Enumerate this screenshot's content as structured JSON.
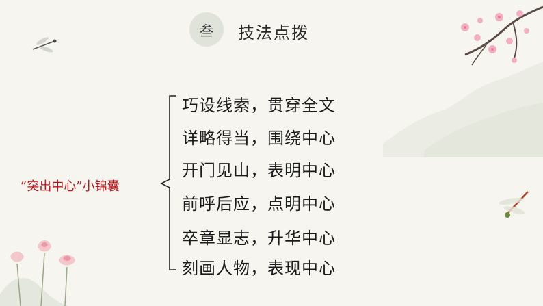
{
  "header": {
    "badge": "叁",
    "title": "技法点拨"
  },
  "main_label": {
    "quoted": "“突出中心”",
    "suffix": "小锦囊"
  },
  "items": [
    "巧设线索，贯穿全文",
    "详略得当，围绕中心",
    "开门见山，表明中心",
    "前呼后应，点明中心",
    "卒章显志，升华中心",
    "刻画人物，表现中心"
  ],
  "colors": {
    "accent_red": "#c0141b",
    "badge_bg": "#dfe3da",
    "background": "#f6f5f0"
  },
  "decorations": [
    "plum-blossom-branch",
    "dragonfly",
    "lotus-flowers",
    "misty-mountains"
  ]
}
